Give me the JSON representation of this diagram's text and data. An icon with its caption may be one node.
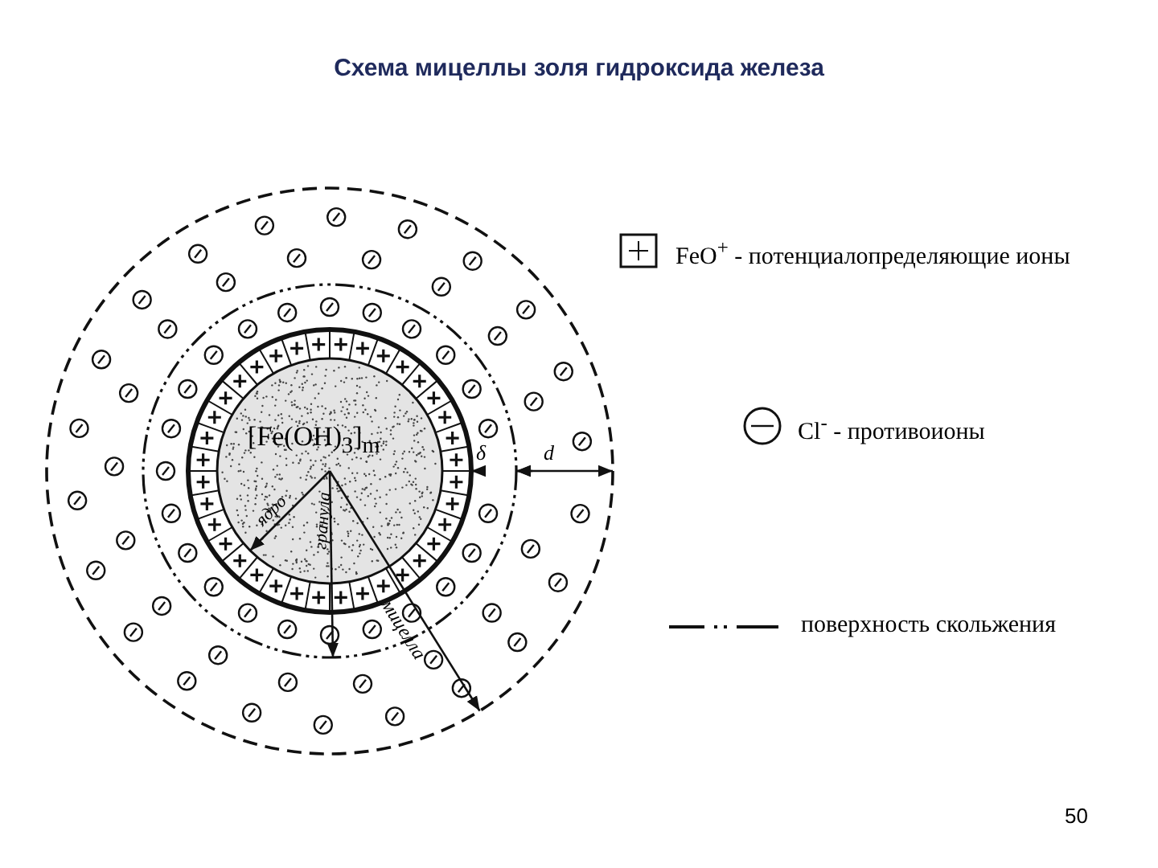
{
  "diagram": {
    "title": "Схема мицеллы золя гидроксида железа",
    "labels": [
      "[Fe(OH)$_{3}$]$_{m}$",
      "ядро",
      "гранула",
      "мицелла",
      "δ",
      "d",
      "50"
    ],
    "legend": [
      {
        "text": "FeO$^{+}$ - потенциалопределяющие ионы"
      },
      {
        "text": "Cl$^{-}$ - противоионы"
      },
      {
        "text": "поверхность скольжения"
      }
    ]
  }
}
